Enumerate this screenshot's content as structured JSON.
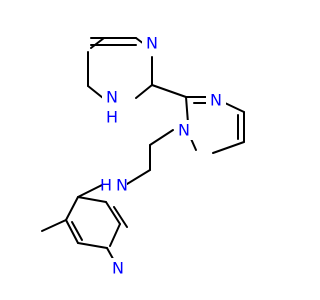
{
  "molecule": {
    "colors": {
      "bond": "#000000",
      "nitrogen": "#0000ff",
      "background": "#ffffff"
    },
    "labels": {
      "imidazole_top_n": "N",
      "imidazole_top_nh_n": "N",
      "imidazole_top_nh_h": "H",
      "imidazole_right_n": "N",
      "imidazole_right_n1": "N",
      "amine_n": "N",
      "amine_h": "H",
      "pyridine_n": "N"
    }
  }
}
